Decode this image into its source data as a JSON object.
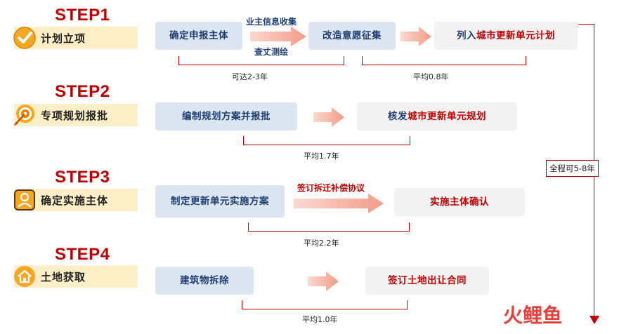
{
  "steps": [
    {
      "title": "STEP1",
      "label": "计划立项",
      "icon": "checkmark-badge-icon",
      "boxes": [
        "确定申报主体",
        "改造意愿征集",
        "列入城市更新单元计划"
      ],
      "highlight3": {
        "prefix": "列入",
        "emph": "城市更新单元计划"
      },
      "arrow_text_top": "业主信息收集",
      "arrow_text_bottom": "查丈测绘",
      "durations": [
        "可达2-3年",
        "平均0.8年"
      ]
    },
    {
      "title": "STEP2",
      "label": "专项规划报批",
      "icon": "target-arrow-icon",
      "boxes": [
        "编制规划方案并报批",
        "核发城市更新单元规划"
      ],
      "highlight2": {
        "prefix": "核发",
        "emph": "城市更新单元规划"
      },
      "durations": [
        "平均1.7年"
      ]
    },
    {
      "title": "STEP3",
      "label": "确定实施主体",
      "icon": "person-card-icon",
      "boxes": [
        "制定更新单元实施方案",
        "实施主体确认"
      ],
      "arrow_text_top": "签订拆迁补偿协议",
      "durations": [
        "平均2.2年"
      ]
    },
    {
      "title": "STEP4",
      "label": "土地获取",
      "icon": "house-coin-icon",
      "boxes": [
        "建筑物拆除",
        "签订土地出让合同"
      ],
      "durations": [
        "平均1.0年"
      ]
    }
  ],
  "total": "全程可5-8年",
  "watermark": "火鲤鱼",
  "colors": {
    "red": "#c00000",
    "navy": "#1f3f73",
    "blue_box": "#dce6f2",
    "arrow_pink": "#f6b4a6",
    "label_bg": "#fcefc7"
  }
}
